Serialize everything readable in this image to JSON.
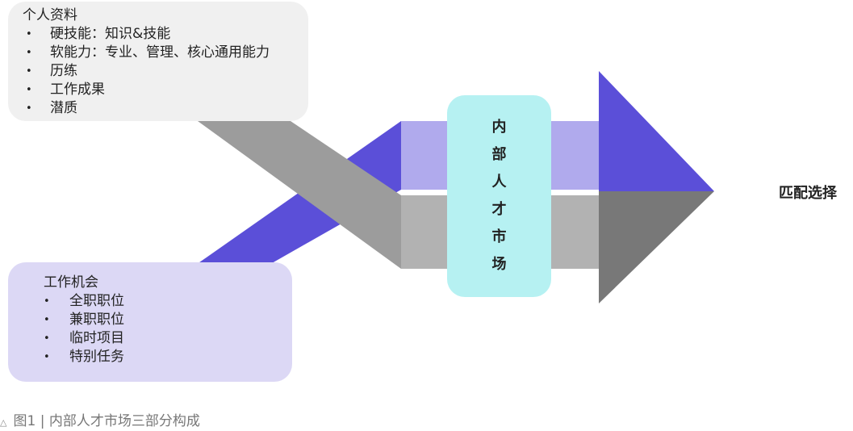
{
  "profile": {
    "title": "个人资料",
    "items": [
      "硬技能：知识&技能",
      "软能力：专业、管理、核心通用能力",
      "历练",
      "工作成果",
      "潜质"
    ]
  },
  "opportunities": {
    "title": "工作机会",
    "items": [
      "全职职位",
      "兼职职位",
      "临时项目",
      "特别任务"
    ]
  },
  "market": {
    "chars": [
      "内",
      "部",
      "人",
      "才",
      "市",
      "场"
    ]
  },
  "result": {
    "label": "匹配选择"
  },
  "caption": {
    "icon": "triangle-up-outline-icon",
    "text": "图1 | 内部人才市场三部分构成"
  },
  "colors": {
    "profile_box": "#f0f0f0",
    "opportunity_box": "#dcd8f5",
    "market_box": "#b6f1f2",
    "gray_band": "#9c9c9c",
    "gray_band_light": "#b2b2b2",
    "gray_arrowhead": "#787878",
    "purple_band": "#5b4fd8",
    "purple_band_light": "#b0aaed",
    "purple_arrowhead": "#5b4fd8"
  }
}
